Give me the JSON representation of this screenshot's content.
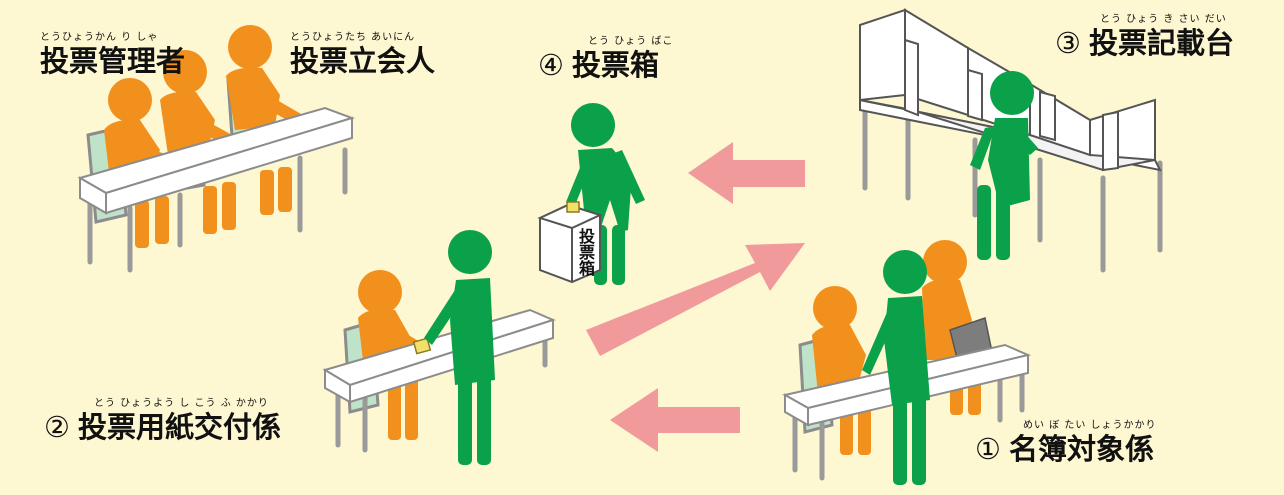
{
  "colors": {
    "background": "#fdf7d2",
    "voter": "#0aa14a",
    "staff": "#f1901d",
    "arrow": "#f19a9c"
  },
  "labels": {
    "manager": {
      "ruby": "とうひょうかん り しゃ",
      "text": "投票管理者"
    },
    "witness": {
      "ruby": "とうひょうたち あいにん",
      "text": "投票立会人"
    },
    "ballot_box": {
      "number": "④",
      "ruby": "とう ひょう ばこ",
      "text": "投票箱"
    },
    "writing_booth": {
      "number": "③",
      "ruby": "とう ひょう き さい だい",
      "text": "投票記載台"
    },
    "ballot_issuer": {
      "number": "②",
      "ruby": "とう ひょうよう し こう ふ かかり",
      "text": "投票用紙交付係"
    },
    "registry_check": {
      "number": "①",
      "ruby": "めい ぼ たい しょうかかり",
      "text": "名簿対象係"
    }
  },
  "ballot_box_text": "投票箱"
}
